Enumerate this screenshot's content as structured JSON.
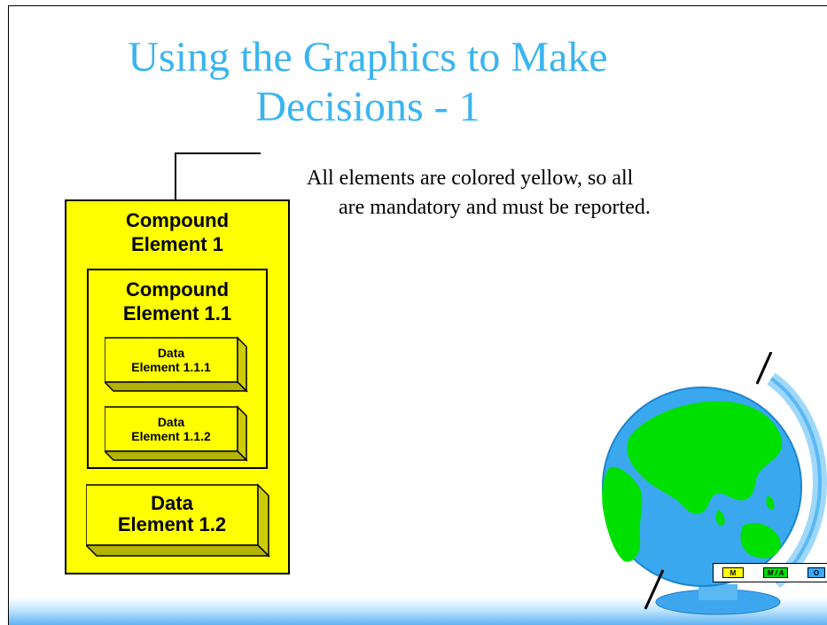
{
  "slide": {
    "title_line1": "Using the Graphics to Make",
    "title_line2": "Decisions - 1",
    "body_line1": "All elements are colored yellow, so all",
    "body_line2": "are mandatory and must be reported.",
    "colors": {
      "title": "#3ab4f0",
      "mandatory": "#ffff00",
      "mandatory_if_available": "#00dd00",
      "optional": "#33aaff"
    }
  },
  "diagram": {
    "compound1": {
      "line1": "Compound",
      "line2": "Element 1"
    },
    "compound11": {
      "line1": "Compound",
      "line2": "Element 1.1"
    },
    "data111": {
      "line1": "Data",
      "line2": "Element 1.1.1"
    },
    "data112": {
      "line1": "Data",
      "line2": "Element 1.1.2"
    },
    "data12": {
      "line1": "Data",
      "line2": "Element 1.2"
    }
  },
  "legend": {
    "mandatory": "M",
    "mandatory_if_available": "M / A",
    "optional": "O"
  },
  "globe": {
    "icon": "globe-icon"
  }
}
